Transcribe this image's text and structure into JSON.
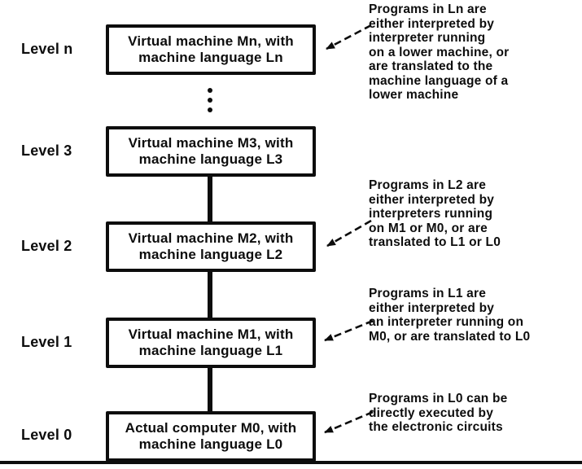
{
  "figure": {
    "title": "Multilevel machine diagram",
    "levels": [
      {
        "label": "Level n",
        "box_text": "Virtual machine Mn, with\nmachine language Ln"
      },
      {
        "label": "Level 3",
        "box_text": "Virtual machine M3, with\nmachine language L3"
      },
      {
        "label": "Level 2",
        "box_text": "Virtual machine M2, with\nmachine language L2"
      },
      {
        "label": "Level 1",
        "box_text": "Virtual machine M1, with\nmachine language L1"
      },
      {
        "label": "Level 0",
        "box_text": "Actual computer M0, with\nmachine language L0"
      }
    ],
    "annotations": [
      {
        "target": "Level n",
        "text": "Programs in Ln are\neither interpreted by\ninterpreter running\non a lower machine, or\nare translated to the\nmachine language of a\nlower machine"
      },
      {
        "target": "Level 2",
        "text": "Programs in L2 are\neither interpreted by\ninterpreters running\non M1 or M0, or are\ntranslated to L1 or L0"
      },
      {
        "target": "Level 1",
        "text": "Programs in L1 are\neither interpreted by\nan interpreter running on\nM0, or are translated to L0"
      },
      {
        "target": "Level 0",
        "text": "Programs in L0 can be\ndirectly executed by\nthe electronic circuits"
      }
    ],
    "colors": {
      "ink": "#0d0d0d",
      "background": "#ffffff"
    }
  }
}
